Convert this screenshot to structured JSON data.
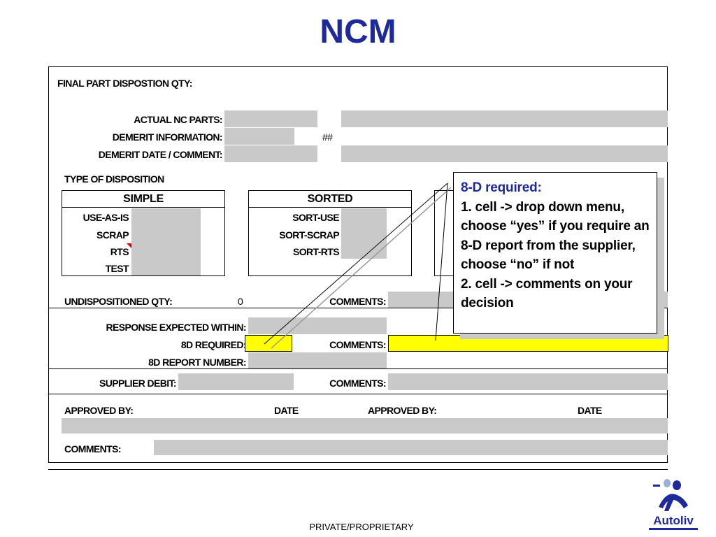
{
  "title": "NCM",
  "form": {
    "final_part_disposition": "FINAL PART DISPOSTION QTY:",
    "actual_nc_parts": "ACTUAL NC PARTS:",
    "demerit_information": "DEMERIT INFORMATION:",
    "demerit_value": "##",
    "demerit_date_comment": "DEMERIT DATE / COMMENT:",
    "type_of_disposition": "TYPE OF DISPOSITION",
    "simple": {
      "header": "SIMPLE",
      "items": [
        "USE-AS-IS",
        "SCRAP",
        "RTS",
        "TEST"
      ]
    },
    "sorted": {
      "header": "SORTED",
      "items": [
        "SORT-USE",
        "SORT-SCRAP",
        "SORT-RTS"
      ]
    },
    "undispositioned_qty": "UNDISPOSITIONED QTY:",
    "undispositioned_value": "0",
    "comments": "COMMENTS:",
    "response_expected": "RESPONSE EXPECTED WITHIN:",
    "eight_d_required": "8D REQUIRED:",
    "eight_d_report_number": "8D REPORT NUMBER:",
    "supplier_debit": "SUPPLIER DEBIT:",
    "approved_by": "APPROVED BY:",
    "date": "DATE"
  },
  "callout": {
    "heading": "8-D required:",
    "line1": "1. cell -> drop down menu, choose “yes” if you require an 8-D report from the supplier, choose “no” if not",
    "line2": "2. cell -> comments on your decision"
  },
  "footer": "PRIVATE/PROPRIETARY",
  "logo": {
    "name": "autoliv-logo",
    "text": "Autoliv",
    "color": "#1f2a9a"
  },
  "colors": {
    "title": "#1f2a9a",
    "field_gray": "#c9c9c9",
    "highlight_yellow": "#ffff00"
  }
}
